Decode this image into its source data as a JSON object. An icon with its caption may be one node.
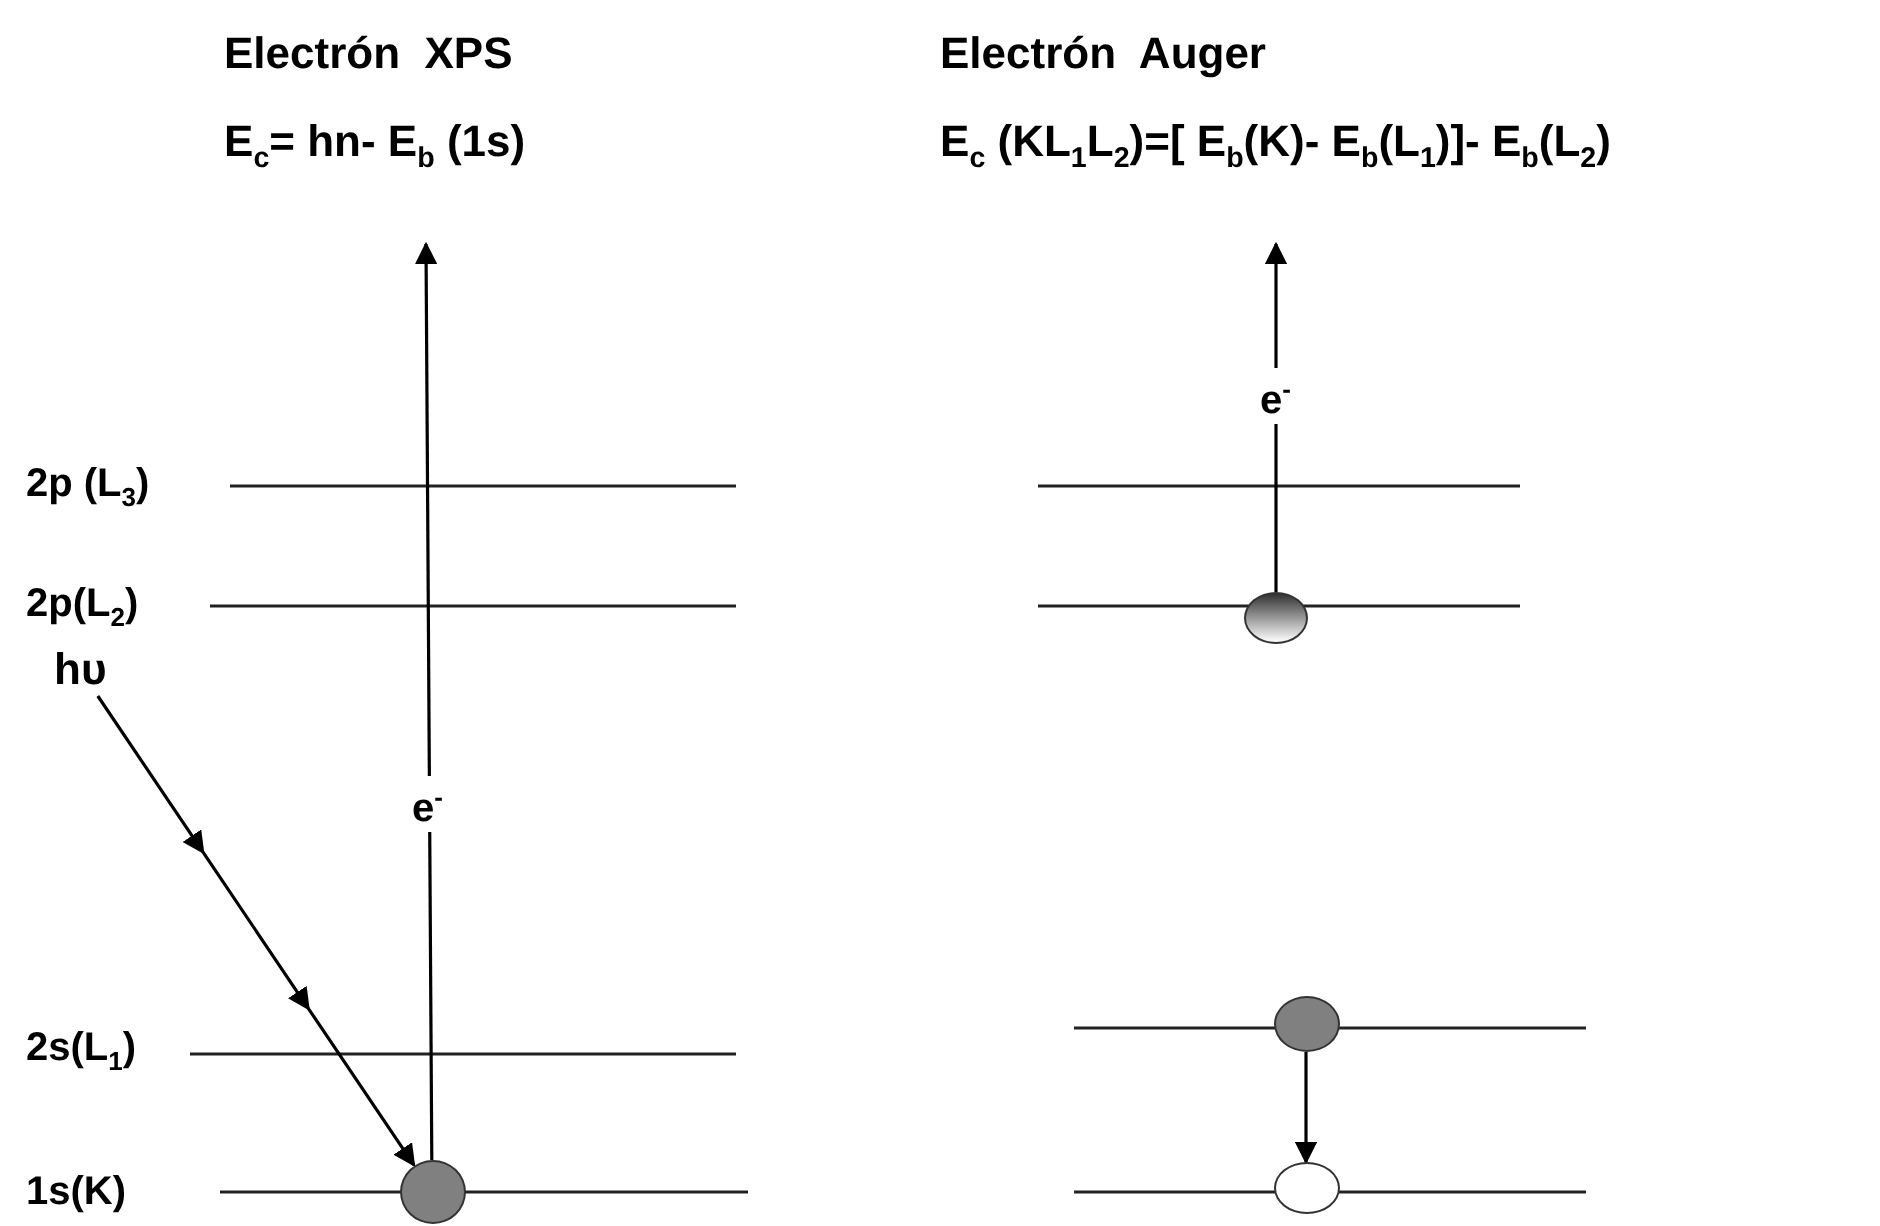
{
  "diagram": {
    "nodes": [
      {
        "text": [],
        "shape": "circle"
      },
      {
        "text": [
          "hυ"
        ]
      },
      {
        "text": [],
        "shape": "circle"
      },
      {
        "text": [],
        "shape": "circle"
      },
      {
        "text": [],
        "shape": "circle"
      }
    ],
    "edges": [
      {
        "from": 0,
        "to": null,
        "arrow": "to",
        "label": "e$^{-}$"
      },
      {
        "from": 1,
        "to": 0,
        "arrow": "to"
      },
      {
        "from": 2,
        "to": null,
        "arrow": "to",
        "label": "e$^{-}$"
      },
      {
        "from": 3,
        "to": 4,
        "arrow": "to"
      }
    ],
    "labels": [
      "Electrón  XPS",
      "Electrón  Auger",
      "E$_{c}$= hn- E$_{b}$ (1s)",
      "E$_{c}$ (KL$_{1}$L$_{2}$)=[ E$_{b}$(K)- E$_{b}$(L$_{1}$)]- E$_{b}$(L$_{2}$)",
      "2p (L$_{3}$)",
      "2p(L$_{2}$)",
      "2s(L$_{1}$)",
      "1s(K)"
    ]
  }
}
